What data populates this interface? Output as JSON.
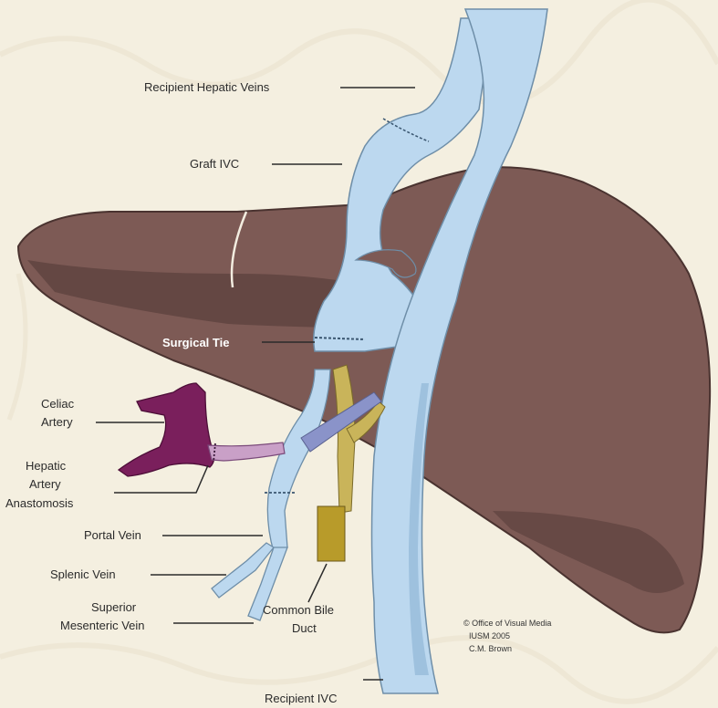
{
  "labels": {
    "recipient_hepatic_veins": "Recipient Hepatic Veins",
    "graft_ivc": "Graft IVC",
    "surgical_tie": "Surgical Tie",
    "celiac_artery_1": "Celiac",
    "celiac_artery_2": "Artery",
    "hepatic_artery_1": "Hepatic",
    "hepatic_artery_2": "Artery",
    "hepatic_artery_3": "Anastomosis",
    "portal_vein": "Portal Vein",
    "splenic_vein": "Splenic Vein",
    "smv_1": "Superior",
    "smv_2": "Mesenteric Vein",
    "cbd_1": "Common Bile",
    "cbd_2": "Duct",
    "recipient_ivc": "Recipient IVC"
  },
  "credit": {
    "line1": "© Office of Visual Media",
    "line2": "IUSM 2005",
    "line3": "C.M. Brown"
  },
  "colors": {
    "background": "#f4efe0",
    "liver": "#7d5a55",
    "vein": "#bcd8ef",
    "artery": "#7a1f5c",
    "bile_duct": "#c9b45a"
  }
}
